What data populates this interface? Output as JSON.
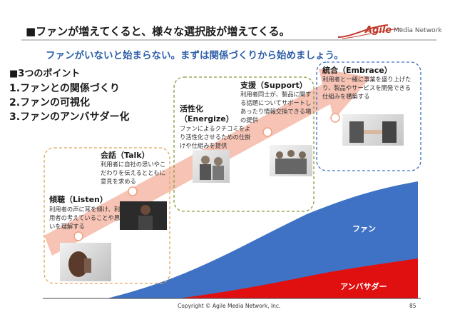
{
  "title": "■ファンが増えてくると、様々な選択肢が増えてくる。",
  "subtitle": "ファンがいないと始まらない。まずは関係づくりから始めましょう。",
  "points": {
    "heading": "■3つのポイント",
    "items": [
      "1.ファンとの関係づくり",
      "2.ファンの可視化",
      "3.ファンのアンバサダー化"
    ]
  },
  "steps": [
    {
      "title": "傾聴（Listen）",
      "desc": "利用者の声に耳を傾け、利用者の考えていることや思いを理解する"
    },
    {
      "title": "会話（Talk）",
      "desc": "利用者に自社の思いやこだわりを伝えるとともに意見を求める"
    },
    {
      "title": "活性化",
      "title2": "（Energize）",
      "desc": "ファンによるクチコミをより活性化させるための仕掛けや仕組みを提供"
    },
    {
      "title": "支援（Support）",
      "desc": "利用者同士が、製品に関する話題についてサポートしあったり情報交換できる場の提供"
    },
    {
      "title": "統合（Embrace）",
      "desc": "利用者と一緒に事業を盛り上げたり、製品やサービスを開発できる仕組みを構築する"
    }
  ],
  "chart": {
    "fan_label": "ファン",
    "ambassador_label": "アンバサダー"
  },
  "logo": {
    "brand": "Agile",
    "rest": "Media Network"
  },
  "footer": {
    "copyright": "Copyright © Agile Media Network, Inc.",
    "page": "85"
  },
  "colors": {
    "fan_area": "#3f72c4",
    "ambassador_area": "#e01010",
    "arrow": "#f4b8a8",
    "title_square": "#c0392b",
    "subtitle": "#2e5fa8",
    "dashed_green": "#8a9a3c",
    "dashed_orange": "#e2a55a",
    "dashed_blue": "#3f72c4"
  }
}
